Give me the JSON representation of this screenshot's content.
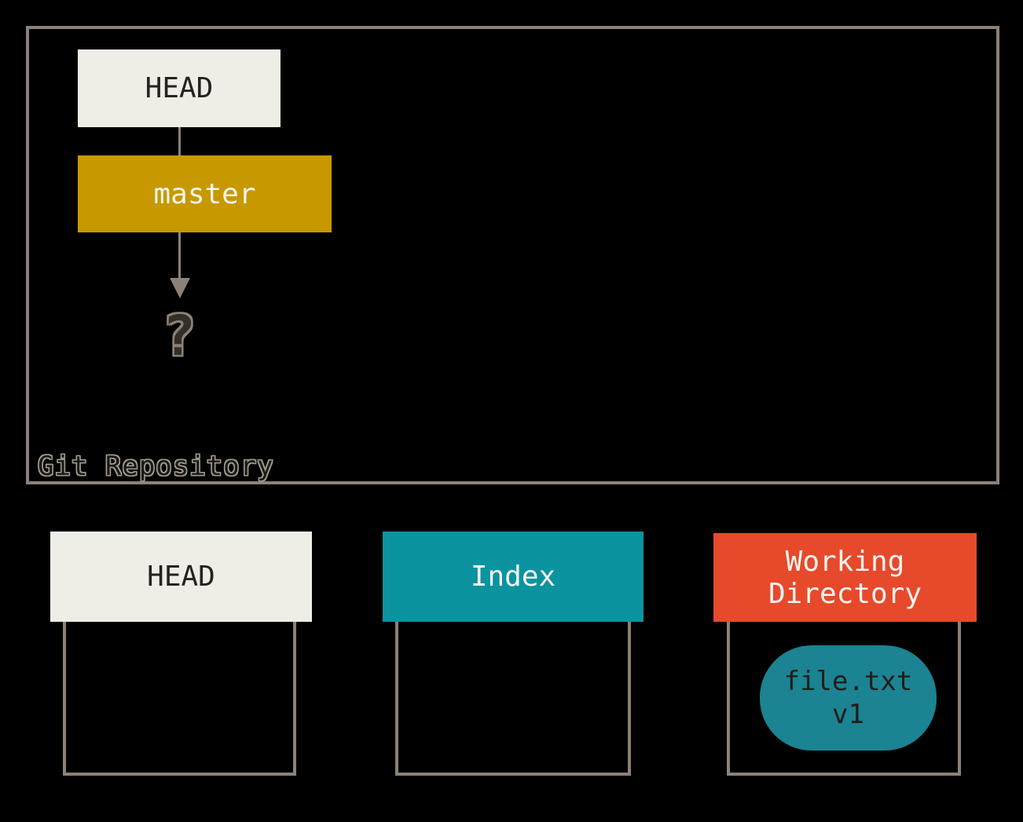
{
  "colors": {
    "background": "#000000",
    "border_gray": "#8b8177",
    "cream": "#efeee6",
    "gold": "#c89800",
    "teal": "#0b93a0",
    "teal_dark": "#1b8392",
    "orange": "#e7492b",
    "dark_text": "#26231f",
    "light_text": "#f6f4ef"
  },
  "repository": {
    "label": "Git Repository",
    "head_label": "HEAD",
    "branch_label": "master",
    "question_mark": "?"
  },
  "columns": {
    "head": {
      "label": "HEAD"
    },
    "index": {
      "label": "Index"
    },
    "working_directory": {
      "line1": "Working",
      "line2": "Directory"
    }
  },
  "file_node": {
    "name": "file.txt",
    "version": "v1"
  }
}
